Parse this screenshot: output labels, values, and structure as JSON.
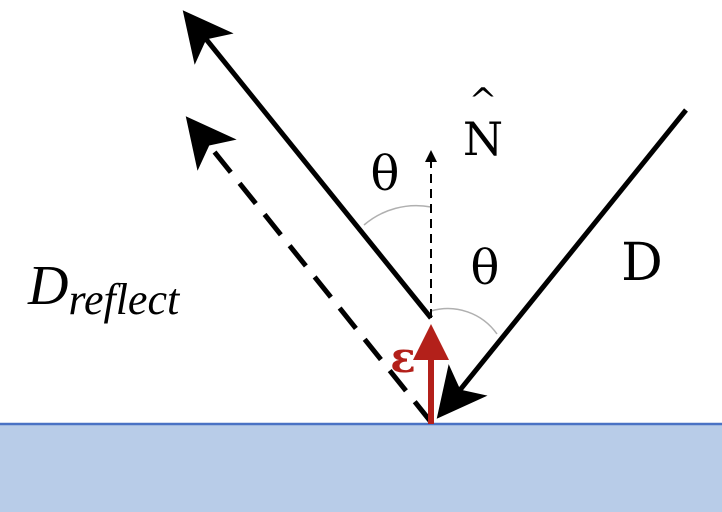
{
  "labels": {
    "normal": "N",
    "normal_hat": "^",
    "theta_incident": "θ",
    "theta_reflect": "θ",
    "incident_ray": "D",
    "reflected_ray_main": "D",
    "reflected_ray_sub": "reflect",
    "epsilon": "ε"
  },
  "colors": {
    "surface_fill": "#b8cce8",
    "surface_line": "#4a72c4",
    "ray": "#000000",
    "epsilon_arrow": "#b3201a",
    "angle_arc": "#b0b0b0"
  }
}
